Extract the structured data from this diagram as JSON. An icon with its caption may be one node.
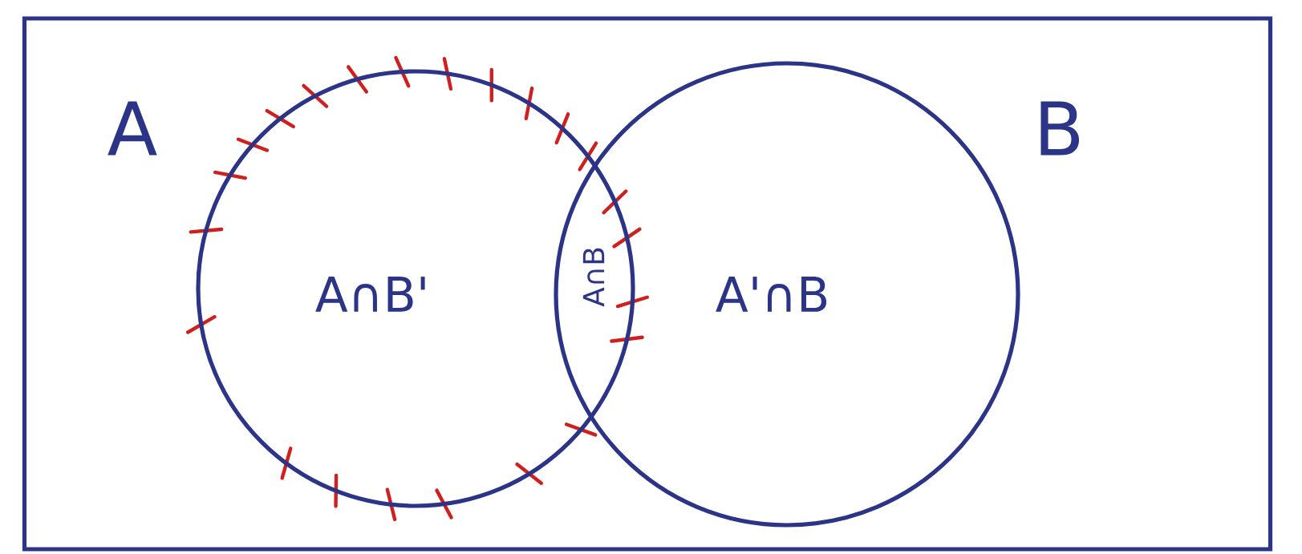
{
  "diagram": {
    "nodes": [
      {
        "text": [],
        "shape": "box"
      },
      {
        "text": [
          "A"
        ],
        "in": 0
      },
      {
        "text": [
          "B"
        ],
        "in": 0
      }
    ],
    "labels": [
      "A∩B'",
      "A∩B",
      "A'∩B"
    ]
  }
}
